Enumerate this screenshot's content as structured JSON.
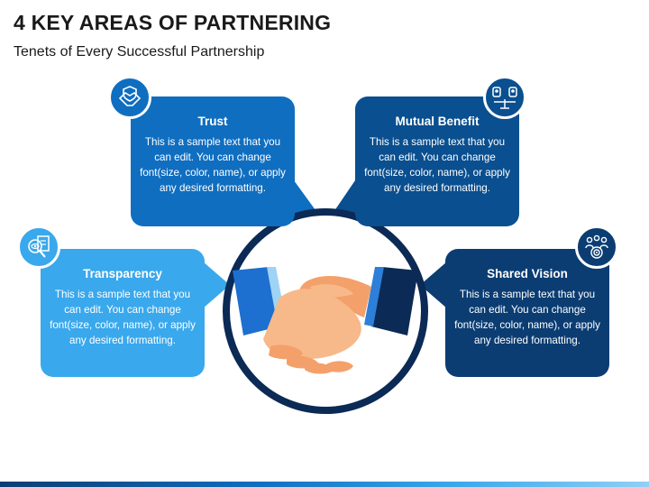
{
  "header": {
    "title": "4 KEY AREAS OF PARTNERING",
    "subtitle": "Tenets of Every Successful Partnership"
  },
  "cards": [
    {
      "heading": "Trust",
      "body": "This is a sample text that you can edit. You can change font(size, color, name), or apply any desired formatting.",
      "icon": "handshake-shield-icon",
      "color": "#0f6ec0"
    },
    {
      "heading": "Mutual Benefit",
      "body": "This is a sample text that you can edit. You can change font(size, color, name), or apply any desired formatting.",
      "icon": "people-balance-icon",
      "color": "#0a4f8f"
    },
    {
      "heading": "Transparency",
      "body": "This is a sample text that you can edit. You can change font(size, color, name), or apply any desired formatting.",
      "icon": "document-magnifier-eye-icon",
      "color": "#3aa8ec"
    },
    {
      "heading": "Shared Vision",
      "body": "This is a sample text that you can edit. You can change font(size, color, name), or apply any desired formatting.",
      "icon": "group-target-icon",
      "color": "#0b3d73"
    }
  ],
  "center": {
    "icon": "handshake-icon",
    "ring_color": "#0b2a55"
  }
}
